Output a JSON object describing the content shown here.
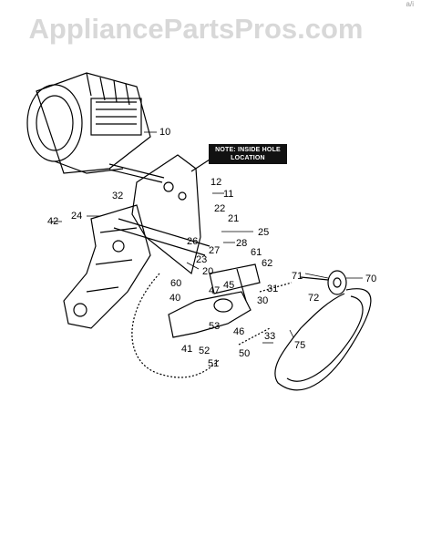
{
  "watermark": "AppliancePartsPros.com",
  "corner_mark": "a/i",
  "note": {
    "line1": "NOTE: INSIDE HOLE",
    "line2": "LOCATION"
  },
  "callouts": [
    "10",
    "11",
    "12",
    "20",
    "21",
    "22",
    "23",
    "24",
    "25",
    "26",
    "27",
    "28",
    "30",
    "31",
    "32",
    "33",
    "40",
    "41",
    "42",
    "45",
    "46",
    "47",
    "50",
    "51",
    "52",
    "53",
    "60",
    "61",
    "62",
    "70",
    "71",
    "72",
    "75"
  ]
}
